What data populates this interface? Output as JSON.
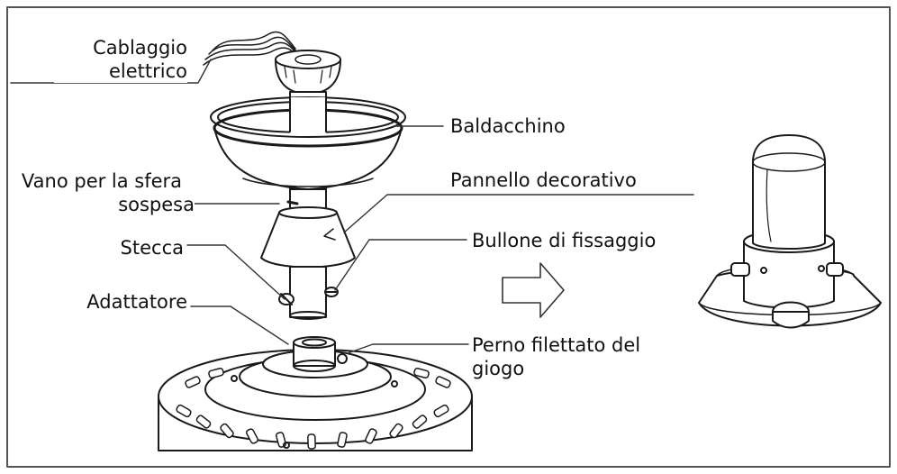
{
  "labels": {
    "cablaggio": [
      "Cablaggio",
      "elettrico"
    ],
    "baldacchino": "Baldacchino",
    "vano": [
      "Vano per la sfera",
      "sospesa"
    ],
    "pannello": "Pannello decorativo",
    "stecca": "Stecca",
    "bullone": "Bullone di fissaggio",
    "adattatore": "Adattatore",
    "perno": [
      "Perno filettato del",
      "giogo"
    ]
  },
  "colors": {
    "line": "#1a1a1a",
    "leader": "#333333",
    "frame": "#555555",
    "background": "#ffffff"
  },
  "icons": {
    "arrow": "right-arrow-outline"
  }
}
